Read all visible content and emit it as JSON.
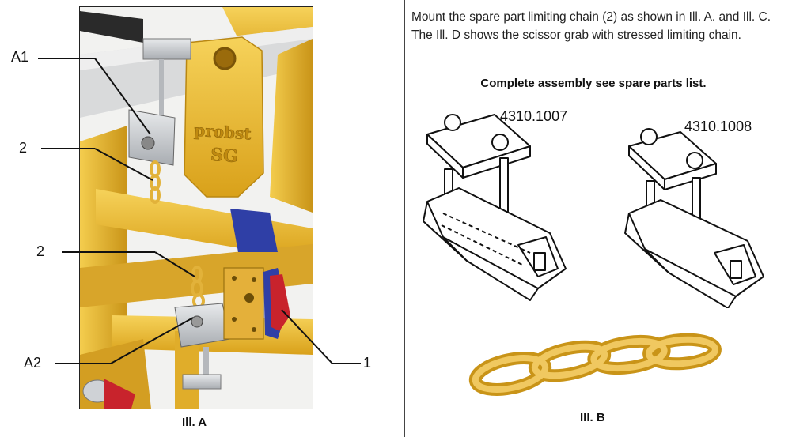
{
  "illustration_a": {
    "caption": "Ill. A",
    "callouts": {
      "a1": "A1",
      "chain_upper": "2",
      "chain_lower": "2",
      "a2": "A2",
      "part_1": "1"
    },
    "logo_text": "probst SG"
  },
  "instructions": {
    "text": "Mount the spare part limiting chain (2) as shown in Ill. A. and Ill. C. The Ill. D shows the scissor grab with stressed limiting chain.",
    "note": "Complete assembly see spare parts list."
  },
  "illustration_b": {
    "caption": "Ill. B",
    "part_left": "4310.1007",
    "part_right": "4310.1008"
  },
  "colors": {
    "frame_yellow": "#e9b82a",
    "chain_yellow": "#e6b64c",
    "bracket_gray": "#c9ccd0",
    "clamp_blue": "#2f3fa6",
    "clamp_red": "#c8232c"
  }
}
